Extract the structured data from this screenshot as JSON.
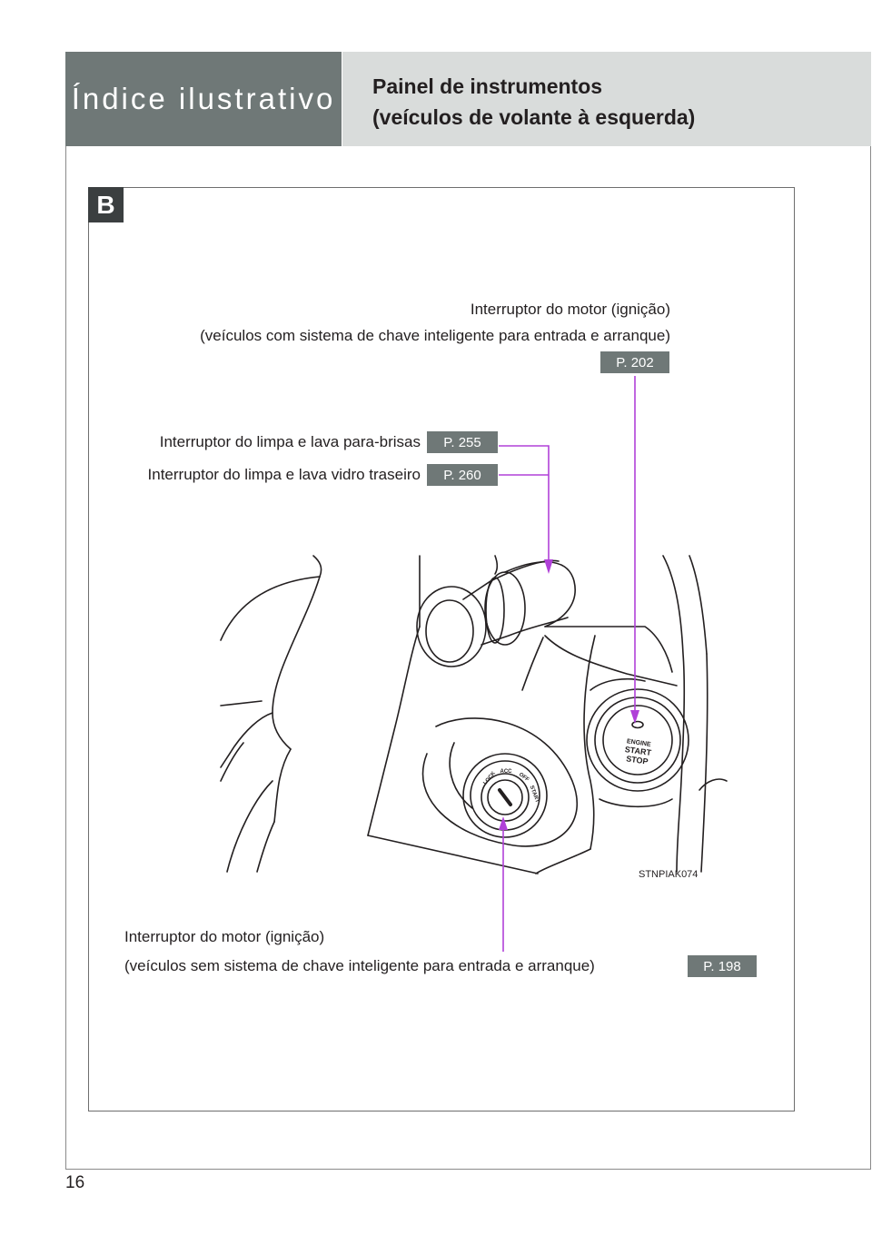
{
  "header": {
    "section": "Índice ilustrativo",
    "title_line1": "Painel de instrumentos",
    "title_line2": "(veículos de volante à esquerda)"
  },
  "panel": {
    "badge": "B",
    "figure_code": "STNPIAK074",
    "callouts": [
      {
        "line1": "Interruptor do motor (ignição)",
        "line2": "(veículos com sistema de chave inteligente para entrada e arranque)",
        "ref": "P. 202"
      },
      {
        "line1": "Interruptor do limpa e lava para-brisas",
        "ref": "P. 255"
      },
      {
        "line1": "Interruptor do limpa e lava vidro traseiro",
        "ref": "P. 260"
      },
      {
        "line1": "Interruptor do motor (ignição)",
        "line2": "(veículos sem sistema de chave inteligente para entrada e arranque)",
        "ref": "P. 198"
      }
    ],
    "button_text": [
      "ENGINE",
      "START",
      "STOP"
    ],
    "key_positions": [
      "LOCK",
      "ACC",
      "OFF",
      "START"
    ]
  },
  "page_number": "16",
  "colors": {
    "header_dark": "#6f7877",
    "header_light": "#d9dcdb",
    "leader_line": "#b041d8"
  }
}
